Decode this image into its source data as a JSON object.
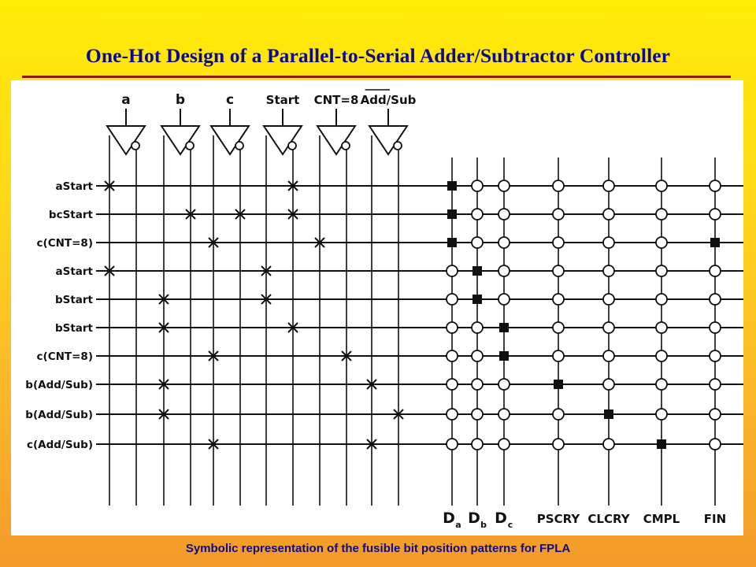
{
  "slide": {
    "title": "One-Hot Design of a Parallel-to-Serial Adder/Subtractor Controller",
    "caption": "Symbolic representation of the fusible bit position patterns for FPLA"
  },
  "inputs": [
    {
      "text": "a",
      "overbar": false
    },
    {
      "text": "b",
      "overbar": false
    },
    {
      "text": "c",
      "overbar": false
    },
    {
      "text": "Start",
      "overbar": false
    },
    {
      "text": "CNT=8",
      "overbar": false
    },
    {
      "text": "Add/Sub",
      "overbar": true
    }
  ],
  "terms": [
    {
      "label": "aStart",
      "x_cols": [
        0,
        7
      ],
      "outputs": [
        0
      ]
    },
    {
      "label": "bcStart",
      "x_cols": [
        3,
        5,
        7
      ],
      "outputs": [
        0
      ]
    },
    {
      "label": "c(CNT=8)",
      "x_cols": [
        4,
        8
      ],
      "outputs": [
        0,
        6
      ]
    },
    {
      "label": "aStart",
      "x_cols": [
        0,
        6
      ],
      "outputs": [
        1
      ]
    },
    {
      "label": "bStart",
      "x_cols": [
        2,
        6
      ],
      "outputs": [
        1
      ]
    },
    {
      "label": "bStart",
      "x_cols": [
        2,
        7
      ],
      "outputs": [
        2
      ]
    },
    {
      "label": "c(CNT=8)",
      "x_cols": [
        4,
        9
      ],
      "outputs": [
        2
      ]
    },
    {
      "label": "b(Add/Sub)",
      "x_cols": [
        2,
        10
      ],
      "outputs": [
        3
      ]
    },
    {
      "label": "b(Add/Sub)",
      "x_cols": [
        2,
        11
      ],
      "outputs": [
        4
      ]
    },
    {
      "label": "c(Add/Sub)",
      "x_cols": [
        4,
        10
      ],
      "outputs": [
        5
      ]
    }
  ],
  "outputs": [
    {
      "main": "D",
      "sub": "a"
    },
    {
      "main": "D",
      "sub": "b"
    },
    {
      "main": "D",
      "sub": "c"
    },
    {
      "main": "PSCRY",
      "sub": ""
    },
    {
      "main": "CLCRY",
      "sub": ""
    },
    {
      "main": "CMPL",
      "sub": ""
    },
    {
      "main": "FIN",
      "sub": ""
    }
  ],
  "colors": {
    "title": "#0A0A8A",
    "rule": "#8C1A1A",
    "ink": "#111111"
  }
}
